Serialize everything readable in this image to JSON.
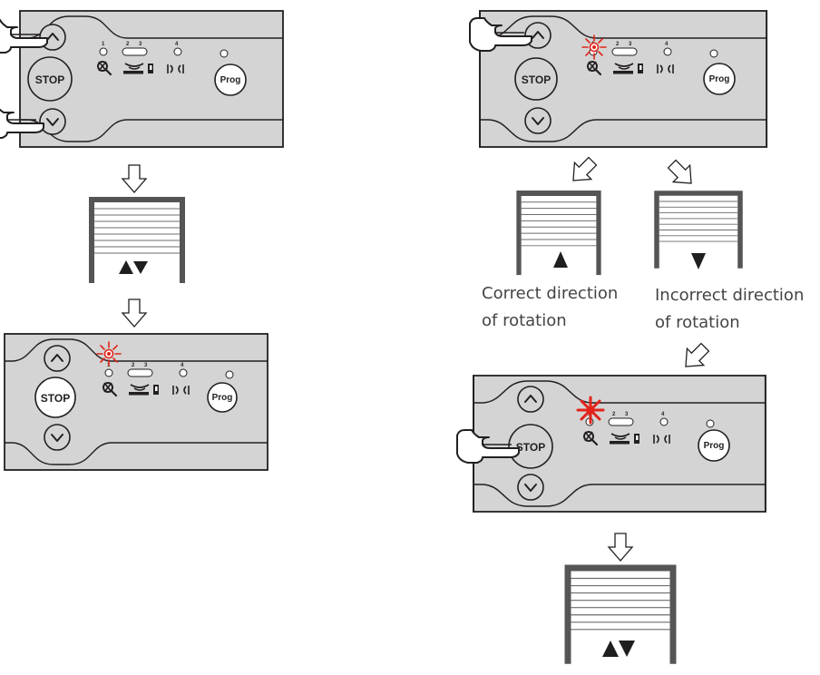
{
  "panel": {
    "stop_label": "STOP",
    "prog_label": "Prog",
    "led_numbers": [
      "1",
      "2",
      "3",
      "4"
    ],
    "active_led_color": "#e2231a",
    "panel_color": "#d4d4d4"
  },
  "labels": {
    "correct": [
      "Correct direction",
      "of rotation"
    ],
    "incorrect": [
      "Incorrect direction",
      "of rotation"
    ]
  }
}
